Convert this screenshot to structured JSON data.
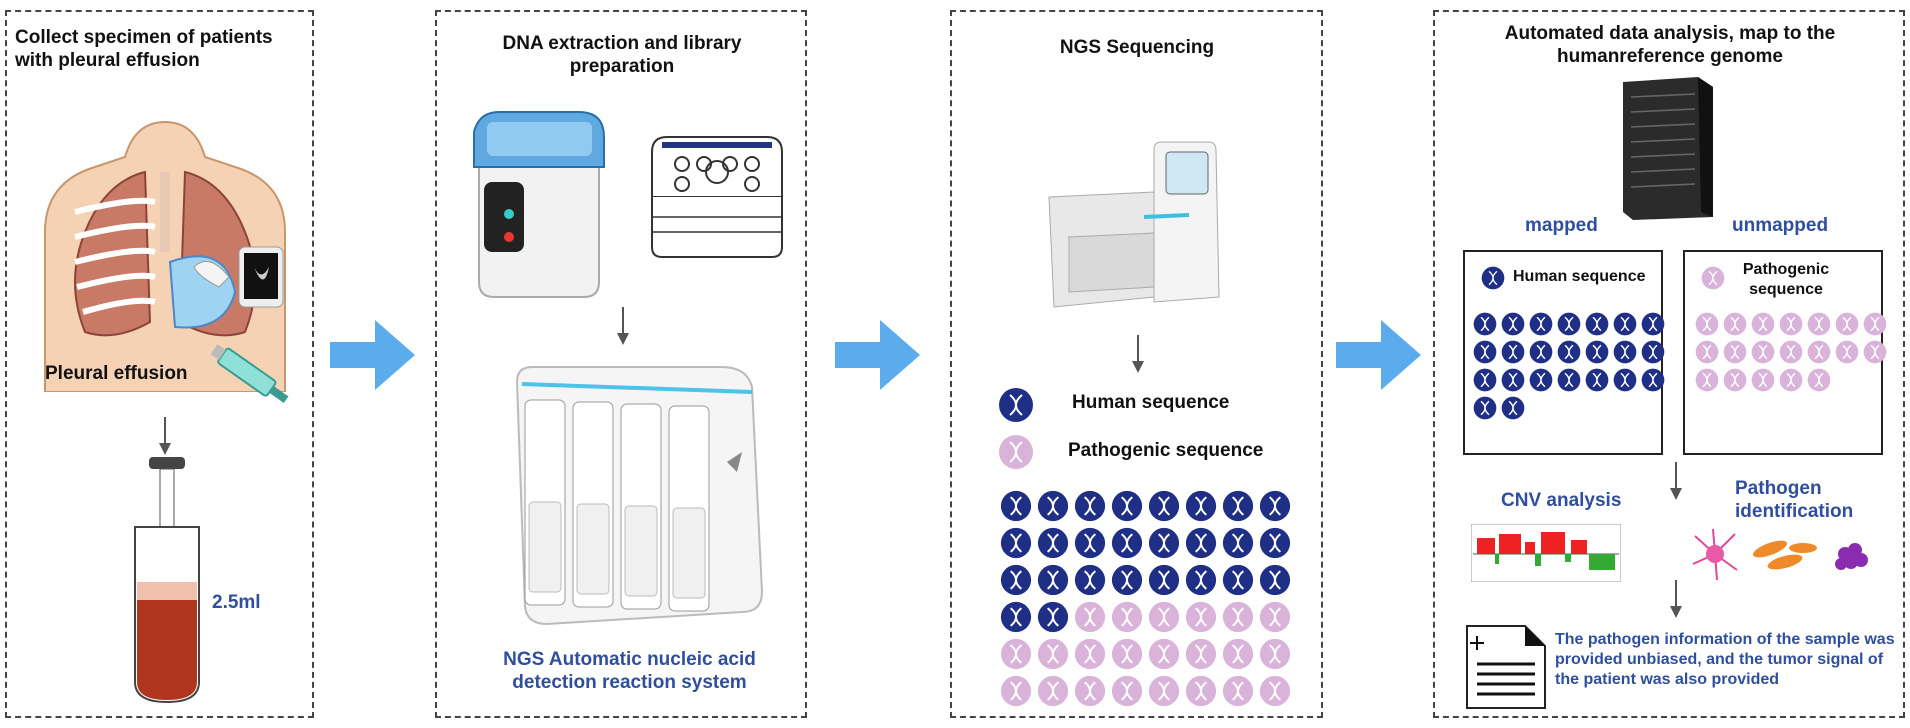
{
  "panels": {
    "p1": {
      "title": "Collect specimen of patients with pleural effusion",
      "organ_label": "Pleural effusion",
      "volume_label": "2.5ml"
    },
    "p2": {
      "title": "DNA extraction and library preparation",
      "system_label": "NGS Automatic nucleic acid detection reaction system"
    },
    "p3": {
      "title": "NGS Sequencing",
      "legend_human": "Human sequence",
      "legend_pathogen": "Pathogenic sequence",
      "grid_total": 48,
      "grid_human_count": 26
    },
    "p4": {
      "title": "Automated data analysis, map to the humanreference genome",
      "mapped_label": "mapped",
      "unmapped_label": "unmapped",
      "human_box_label": "Human sequence",
      "human_box_count": 23,
      "pathogen_box_label": "Pathogenic sequence",
      "pathogen_box_count": 19,
      "cnv_label": "CNV analysis",
      "pathogen_id_label": "Pathogen identification",
      "report_text": "The pathogen information of the sample was provided unbiased, and the tumor signal of the patient was also provided"
    }
  },
  "colors": {
    "human_dna": "#1f2f86",
    "pathogen_dna": "#d9b3d9",
    "flow_arrow": "#5aacec",
    "title_blue": "#2f4f9e"
  },
  "icons": [
    "lungs-illustration",
    "ultrasound-icon",
    "syringe-icon",
    "test-tube-icon",
    "thermal-cycler-icon",
    "tube-rack-icon",
    "extraction-system-icon",
    "sequencer-icon",
    "server-icon",
    "dna-icon",
    "cnv-plot-icon",
    "microbe-icon",
    "report-icon"
  ]
}
